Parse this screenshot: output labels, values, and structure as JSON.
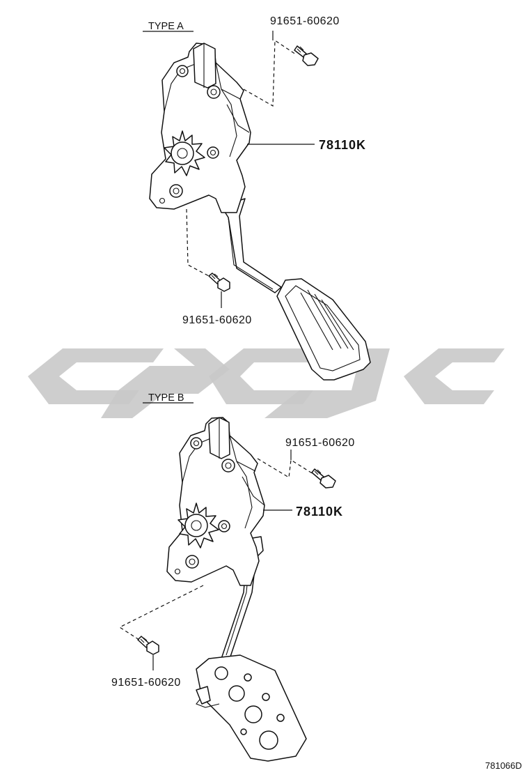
{
  "type_a": {
    "title": "TYPE A",
    "bolt_top": "91651-60620",
    "bolt_bottom": "91651-60620",
    "pedal_assembly": "78110K"
  },
  "type_b": {
    "title": "TYPE B",
    "bolt_top": "91651-60620",
    "bolt_bottom": "91651-60620",
    "pedal_assembly": "78110K"
  },
  "figure_code": "781066D",
  "colors": {
    "line": "#111111",
    "watermark": "#c9c9c9"
  }
}
